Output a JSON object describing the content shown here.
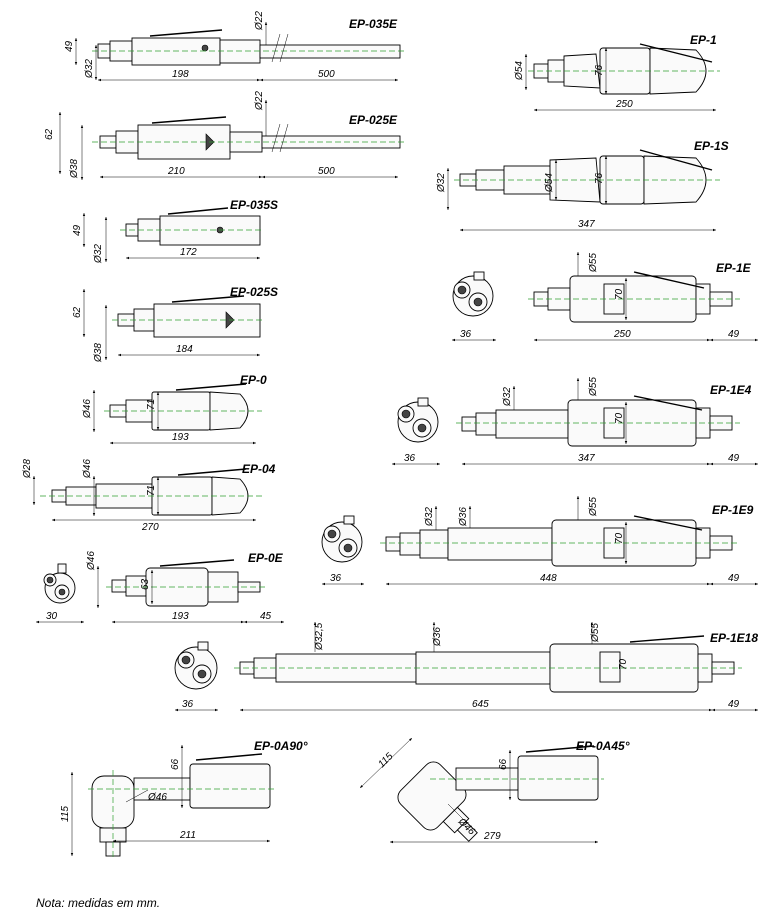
{
  "tools": [
    {
      "id": "ep-035e",
      "label": "EP-035E",
      "dims": [
        "49",
        "Ø32",
        "Ø22",
        "198",
        "500"
      ]
    },
    {
      "id": "ep-025e",
      "label": "EP-025E",
      "dims": [
        "62",
        "Ø38",
        "Ø22",
        "210",
        "500"
      ]
    },
    {
      "id": "ep-035s",
      "label": "EP-035S",
      "dims": [
        "49",
        "Ø32",
        "172"
      ]
    },
    {
      "id": "ep-025s",
      "label": "EP-025S",
      "dims": [
        "62",
        "Ø38",
        "184"
      ]
    },
    {
      "id": "ep-0",
      "label": "EP-0",
      "dims": [
        "Ø46",
        "71",
        "193"
      ]
    },
    {
      "id": "ep-04",
      "label": "EP-04",
      "dims": [
        "Ø28",
        "Ø46",
        "71",
        "270"
      ]
    },
    {
      "id": "ep-0e",
      "label": "EP-0E",
      "dims": [
        "Ø46",
        "63",
        "30",
        "193",
        "45"
      ]
    },
    {
      "id": "ep-0a90",
      "label": "EP-0A90°",
      "dims": [
        "66",
        "115",
        "Ø46",
        "211"
      ]
    },
    {
      "id": "ep-1",
      "label": "EP-1",
      "dims": [
        "Ø54",
        "76",
        "250"
      ]
    },
    {
      "id": "ep-1s",
      "label": "EP-1S",
      "dims": [
        "Ø32",
        "Ø54",
        "76",
        "347"
      ]
    },
    {
      "id": "ep-1e",
      "label": "EP-1E",
      "dims": [
        "Ø55",
        "70",
        "36",
        "250",
        "49"
      ]
    },
    {
      "id": "ep-1e4",
      "label": "EP-1E4",
      "dims": [
        "Ø32",
        "Ø55",
        "70",
        "36",
        "347",
        "49"
      ]
    },
    {
      "id": "ep-1e9",
      "label": "EP-1E9",
      "dims": [
        "Ø32",
        "Ø36",
        "Ø55",
        "70",
        "36",
        "448",
        "49"
      ]
    },
    {
      "id": "ep-1e18",
      "label": "EP-1E18",
      "dims": [
        "Ø32,5",
        "Ø36",
        "Ø55",
        "70",
        "36",
        "645",
        "49"
      ]
    },
    {
      "id": "ep-0a45",
      "label": "EP-0A45°",
      "dims": [
        "115",
        "66",
        "Ø46",
        "279"
      ]
    }
  ],
  "note": "Nota: medidas em mm."
}
